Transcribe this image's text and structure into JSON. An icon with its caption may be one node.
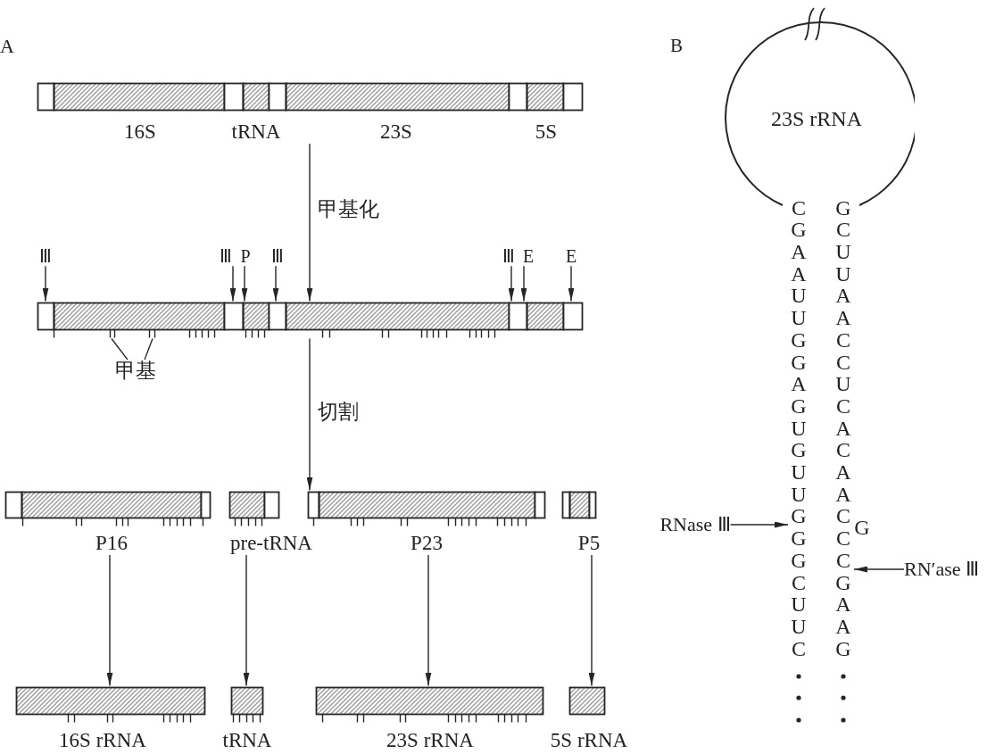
{
  "diagram": {
    "nodes": [
      {
        "text": [
          "16S",
          "tRNA",
          "23S",
          "5S"
        ]
      },
      {
        "text": [
          "Ⅲ"
        ]
      },
      {
        "text": [
          "Ⅲ"
        ]
      },
      {
        "text": [
          "P"
        ]
      },
      {
        "text": [
          "Ⅲ"
        ]
      },
      {
        "text": [
          "Ⅲ"
        ]
      },
      {
        "text": [
          "E"
        ]
      },
      {
        "text": [
          "E"
        ]
      },
      {
        "text": [],
        "shape": "bar"
      },
      {
        "text": [
          "甲基"
        ]
      },
      {
        "text": [
          "P16"
        ]
      },
      {
        "text": [
          "pre-tRNA"
        ]
      },
      {
        "text": [
          "P23"
        ]
      },
      {
        "text": [
          "P5"
        ]
      },
      {
        "text": [
          "16S rRNA"
        ]
      },
      {
        "text": [
          "tRNA"
        ]
      },
      {
        "text": [
          "23S rRNA"
        ]
      },
      {
        "text": [
          "5S rRNA"
        ]
      },
      {
        "text": [
          "23S rRNA"
        ]
      },
      {
        "text": [
          "C G A A U U G G A G U G U U G G G C U U C"
        ]
      },
      {
        "text": [
          "G C U U A A C C U C A C A A C C C G A A G"
        ]
      },
      {
        "text": [
          "RNase Ⅲ"
        ]
      },
      {
        "text": [
          "RN′ase Ⅲ"
        ]
      }
    ],
    "edges": [
      {
        "from": 0,
        "to": 8,
        "arrow": "to",
        "label": "甲基化"
      },
      {
        "from": 1,
        "to": 8,
        "arrow": "to"
      },
      {
        "from": 2,
        "to": 8,
        "arrow": "to"
      },
      {
        "from": 3,
        "to": 8,
        "arrow": "to"
      },
      {
        "from": 4,
        "to": 8,
        "arrow": "to"
      },
      {
        "from": 5,
        "to": 8,
        "arrow": "to"
      },
      {
        "from": 6,
        "to": 8,
        "arrow": "to"
      },
      {
        "from": 7,
        "to": 8,
        "arrow": "to"
      },
      {
        "from": 9,
        "to": 8,
        "arrow": "none"
      },
      {
        "from": 9,
        "to": 8,
        "arrow": "none"
      },
      {
        "from": 8,
        "to": 12,
        "arrow": "to",
        "label": "切割"
      },
      {
        "from": 10,
        "to": 14,
        "arrow": "to"
      },
      {
        "from": 11,
        "to": 15,
        "arrow": "to"
      },
      {
        "from": 12,
        "to": 16,
        "arrow": "to"
      },
      {
        "from": 13,
        "to": 17,
        "arrow": "to"
      },
      {
        "from": 21,
        "to": 19,
        "arrow": "to"
      },
      {
        "from": 22,
        "to": 20,
        "arrow": "to"
      }
    ],
    "labels": [
      "A",
      "B",
      "G"
    ]
  }
}
